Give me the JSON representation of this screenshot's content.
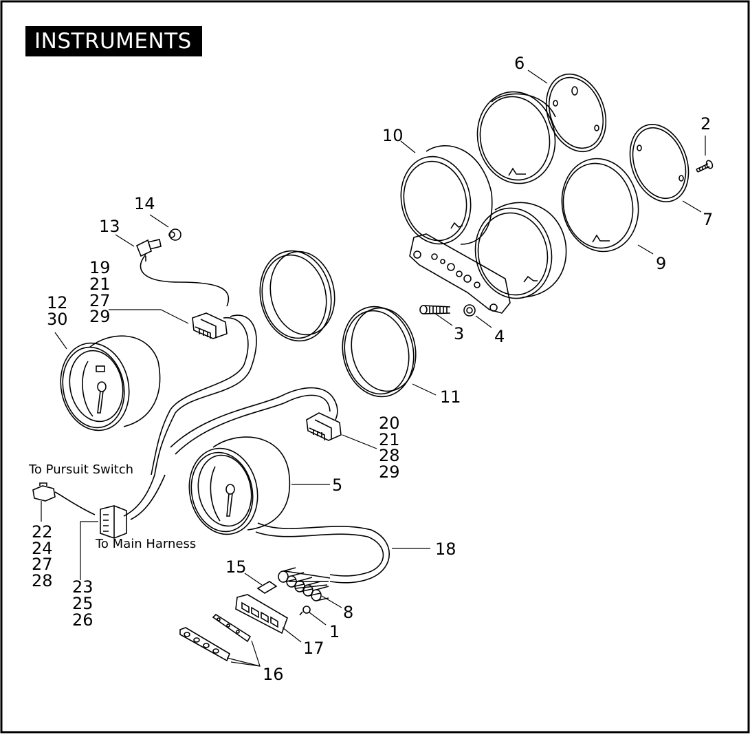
{
  "title": "INSTRUMENTS",
  "callouts": {
    "c1": "1",
    "c2": "2",
    "c3": "3",
    "c4": "4",
    "c5": "5",
    "c6": "6",
    "c7": "7",
    "c8": "8",
    "c9": "9",
    "c10": "10",
    "c11": "11",
    "c13": "13",
    "c14": "14",
    "c15": "15",
    "c16": "16",
    "c17": "17",
    "c18": "18",
    "g12": [
      "12",
      "30"
    ],
    "g19": [
      "19",
      "21",
      "27",
      "29"
    ],
    "g20": [
      "20",
      "21",
      "28",
      "29"
    ],
    "g22": [
      "22",
      "24",
      "27",
      "28"
    ],
    "g23": [
      "23",
      "25",
      "26"
    ]
  },
  "notes": {
    "pursuit": "To Pursuit Switch",
    "main_harness": "To Main Harness"
  }
}
